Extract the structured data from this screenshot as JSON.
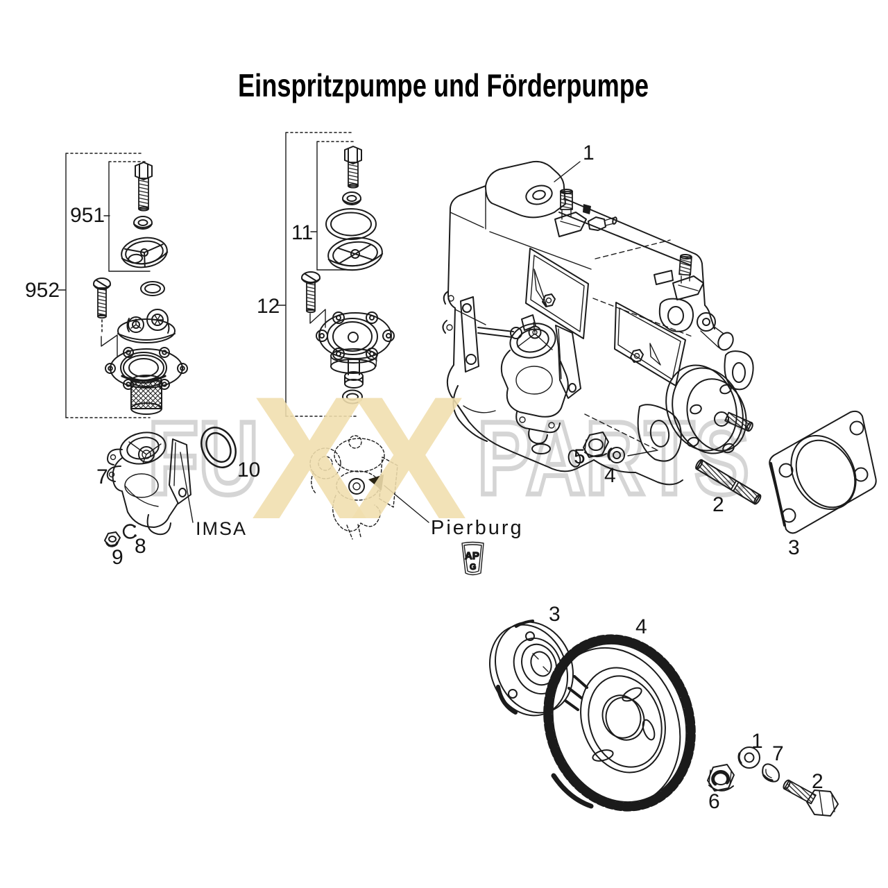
{
  "title": "Einspritzpumpe und Förderpumpe",
  "watermark": {
    "left": "FU",
    "x1": "X",
    "x2": "X",
    "right": "PARTS"
  },
  "colors": {
    "watermark_tan": "#f1dfae",
    "watermark_gray": "#d5d5d5",
    "ink": "#1b1b1b"
  },
  "brands": {
    "imsa": "IMSA",
    "pierburg": "Pierburg",
    "logo_top": "AP",
    "logo_bottom": "G"
  },
  "callouts": {
    "group951": "951",
    "group952": "952",
    "group11": "11",
    "group12": "12",
    "injection_pump": "1",
    "pump_nut": "5",
    "pump_washer": "4",
    "stud": "2",
    "gasket": "3",
    "imsa_pump": "7",
    "seal_ring": "10",
    "snap_ring": "8",
    "imsa_nut": "9",
    "hub_flange": "3",
    "timing_gear": "4",
    "gear_washer": "1",
    "woodruff_key": "7",
    "gear_nut": "6",
    "gear_bolt": "2"
  }
}
